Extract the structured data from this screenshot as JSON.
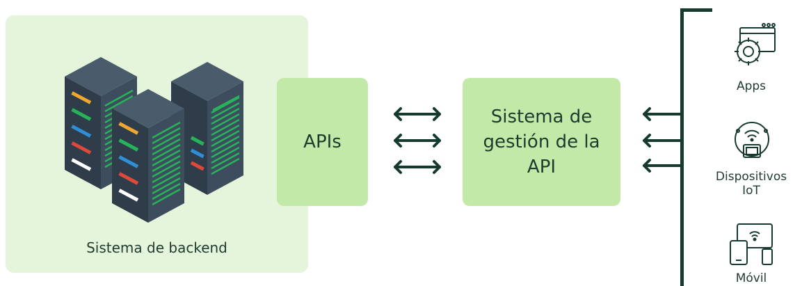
{
  "backend": {
    "label": "Sistema de backend"
  },
  "apis": {
    "label": "APIs"
  },
  "gateway": {
    "label": "Sistema de\ngestión de la\nAPI"
  },
  "clients": [
    {
      "label": "Apps",
      "icon": "app-gear-icon"
    },
    {
      "label": "Dispositivos\nIoT",
      "icon": "iot-device-icon"
    },
    {
      "label": "Móvil",
      "icon": "mobile-devices-icon"
    }
  ],
  "colors": {
    "panel": "#e4f5dc",
    "box": "#c2e9a8",
    "dark": "#163a2e",
    "server_body": "#3b4a5a",
    "server_green": "#27b35a"
  }
}
